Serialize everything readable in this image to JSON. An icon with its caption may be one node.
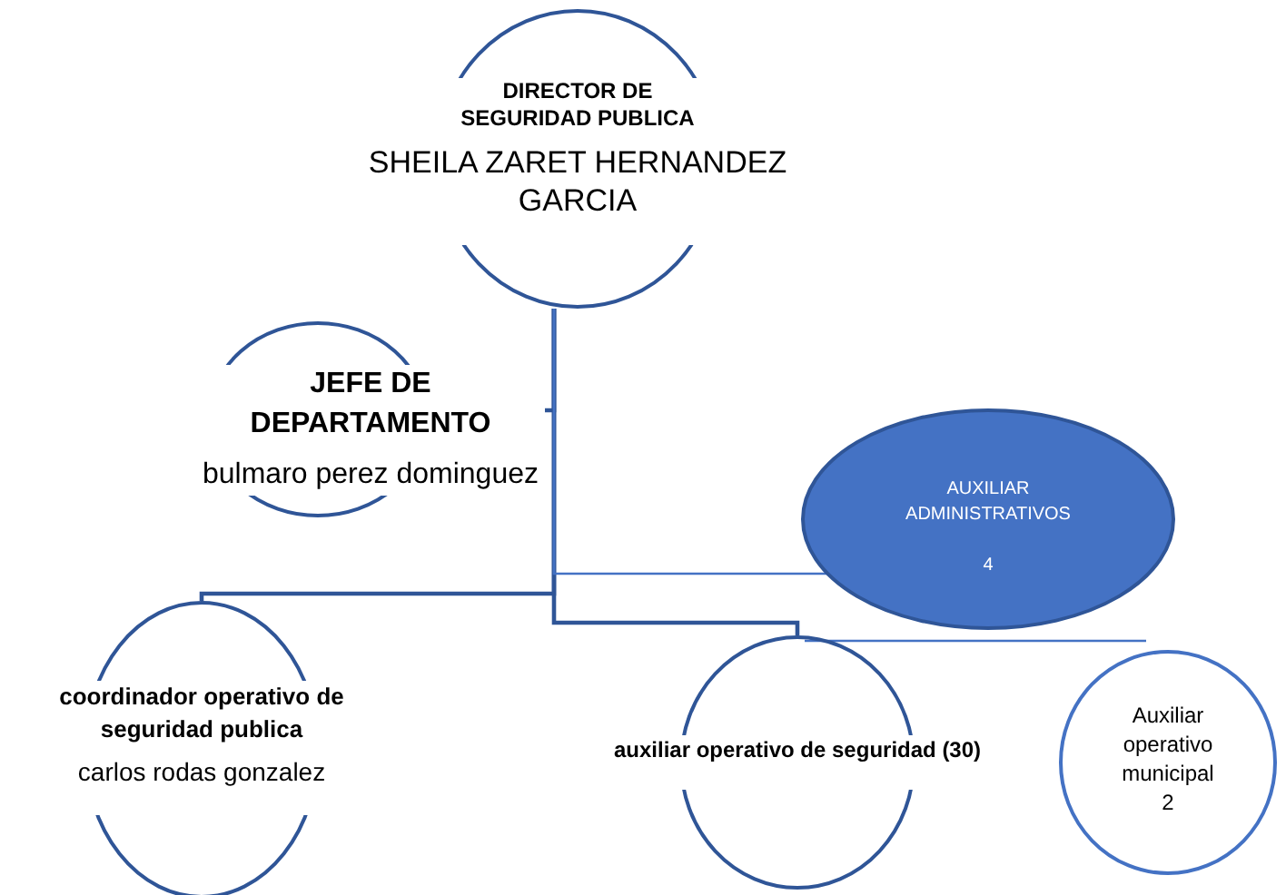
{
  "diagram": {
    "nodes": [
      {
        "text": [
          "DIRECTOR DE SEGURIDAD PUBLICA",
          "SHEILA ZARET HERNANDEZ GARCIA"
        ]
      },
      {
        "text": [
          "JEFE DE DEPARTAMENTO",
          "bulmaro perez dominguez"
        ]
      },
      {
        "text": [
          "AUXILIAR ADMINISTRATIVOS",
          "4"
        ]
      },
      {
        "text": [
          "coordinador  operativo de seguridad publica",
          "carlos rodas gonzalez"
        ]
      },
      {
        "text": [
          "auxiliar operativo de seguridad (30)"
        ]
      },
      {
        "text": [
          "Auxiliar operativo municipal",
          "2"
        ]
      }
    ],
    "edges": [
      {
        "from": 0,
        "to": 1,
        "arrow": "none"
      },
      {
        "from": 0,
        "to": 3,
        "arrow": "none"
      },
      {
        "from": 0,
        "to": 4,
        "arrow": "none"
      },
      {
        "from": 0,
        "to": 2,
        "arrow": "none",
        "color": "#4472c4"
      },
      {
        "from": 4,
        "to": 5,
        "arrow": "none",
        "color": "#4472c4"
      }
    ]
  }
}
